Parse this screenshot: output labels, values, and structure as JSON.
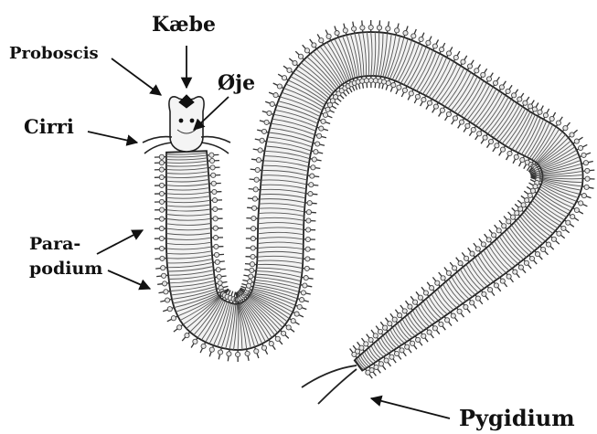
{
  "labels": {
    "proboscis": "Proboscis",
    "kaebe": "Kæbe",
    "oje": "Øje",
    "cirri": "Cirri",
    "parapodium_line1": "Para-",
    "parapodium_line2": "podium",
    "pygidium": "Pygidium"
  },
  "colors": {
    "background": "#ffffff",
    "ink": "#111111",
    "body_fill": "#f2f2f2",
    "segment_line": "#555555"
  }
}
